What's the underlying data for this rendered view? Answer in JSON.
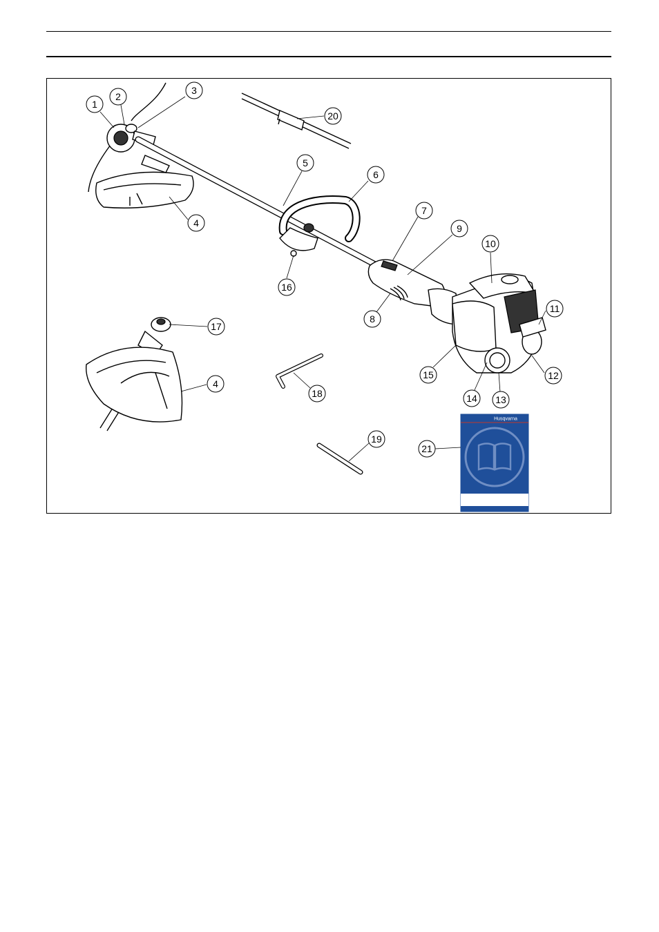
{
  "manual": {
    "brand_logo_text": "Husqvarna",
    "book_color": "#1f4f9a"
  },
  "callouts": [
    {
      "id": "c1",
      "label": "1"
    },
    {
      "id": "c2",
      "label": "2"
    },
    {
      "id": "c3",
      "label": "3"
    },
    {
      "id": "c4a",
      "label": "4"
    },
    {
      "id": "c5",
      "label": "5"
    },
    {
      "id": "c6",
      "label": "6"
    },
    {
      "id": "c7",
      "label": "7"
    },
    {
      "id": "c8",
      "label": "8"
    },
    {
      "id": "c9",
      "label": "9"
    },
    {
      "id": "c10",
      "label": "10"
    },
    {
      "id": "c11",
      "label": "11"
    },
    {
      "id": "c12",
      "label": "12"
    },
    {
      "id": "c13",
      "label": "13"
    },
    {
      "id": "c14",
      "label": "14"
    },
    {
      "id": "c15",
      "label": "15"
    },
    {
      "id": "c16",
      "label": "16"
    },
    {
      "id": "c17",
      "label": "17"
    },
    {
      "id": "c4b",
      "label": "4"
    },
    {
      "id": "c18",
      "label": "18"
    },
    {
      "id": "c19",
      "label": "19"
    },
    {
      "id": "c20",
      "label": "20"
    },
    {
      "id": "c21",
      "label": "21"
    }
  ]
}
